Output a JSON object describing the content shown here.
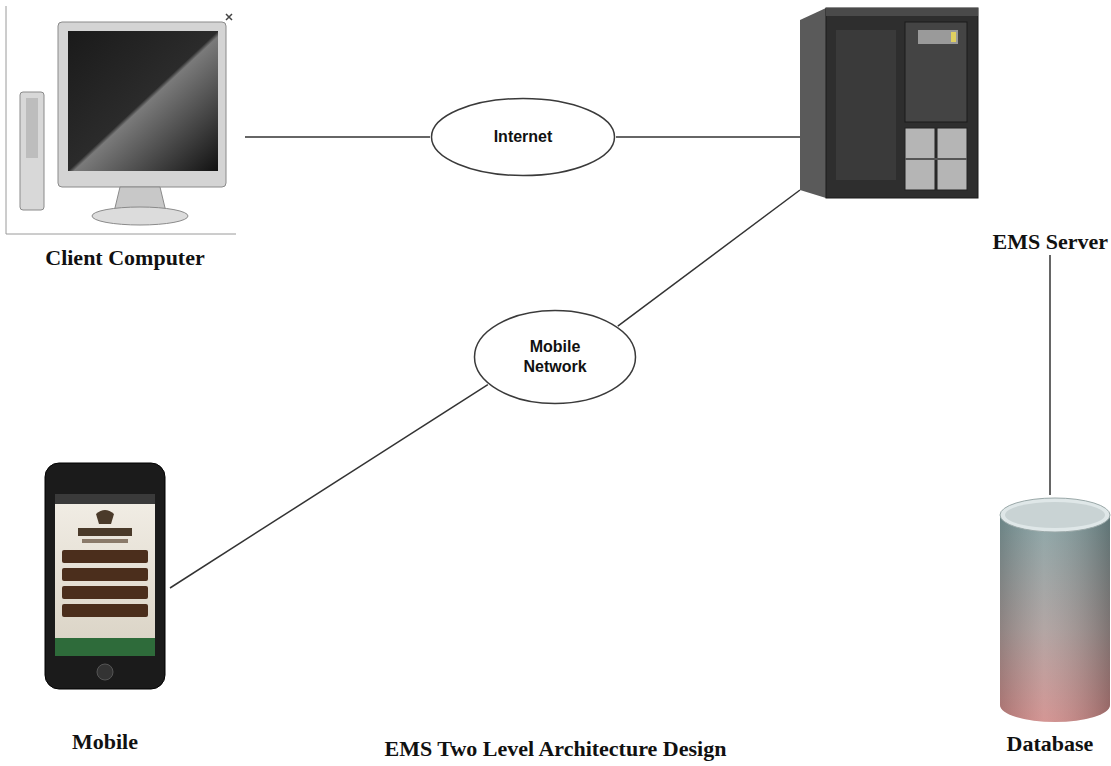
{
  "diagram": {
    "caption": "EMS Two Level Architecture Design",
    "nodes": [
      {
        "text": [
          "Client Computer"
        ]
      },
      {
        "text": [
          "Internet"
        ]
      },
      {
        "text": [
          "EMS Server"
        ]
      },
      {
        "text": [
          "Mobile Network"
        ]
      },
      {
        "text": [
          "Mobile"
        ]
      },
      {
        "text": [
          "Database"
        ]
      }
    ],
    "edges": [
      {
        "from": 0,
        "to": 1,
        "arrow": "none"
      },
      {
        "from": 1,
        "to": 2,
        "arrow": "none"
      },
      {
        "from": 3,
        "to": 2,
        "arrow": "none"
      },
      {
        "from": 4,
        "to": 3,
        "arrow": "none"
      },
      {
        "from": 2,
        "to": 5,
        "arrow": "none"
      }
    ]
  }
}
